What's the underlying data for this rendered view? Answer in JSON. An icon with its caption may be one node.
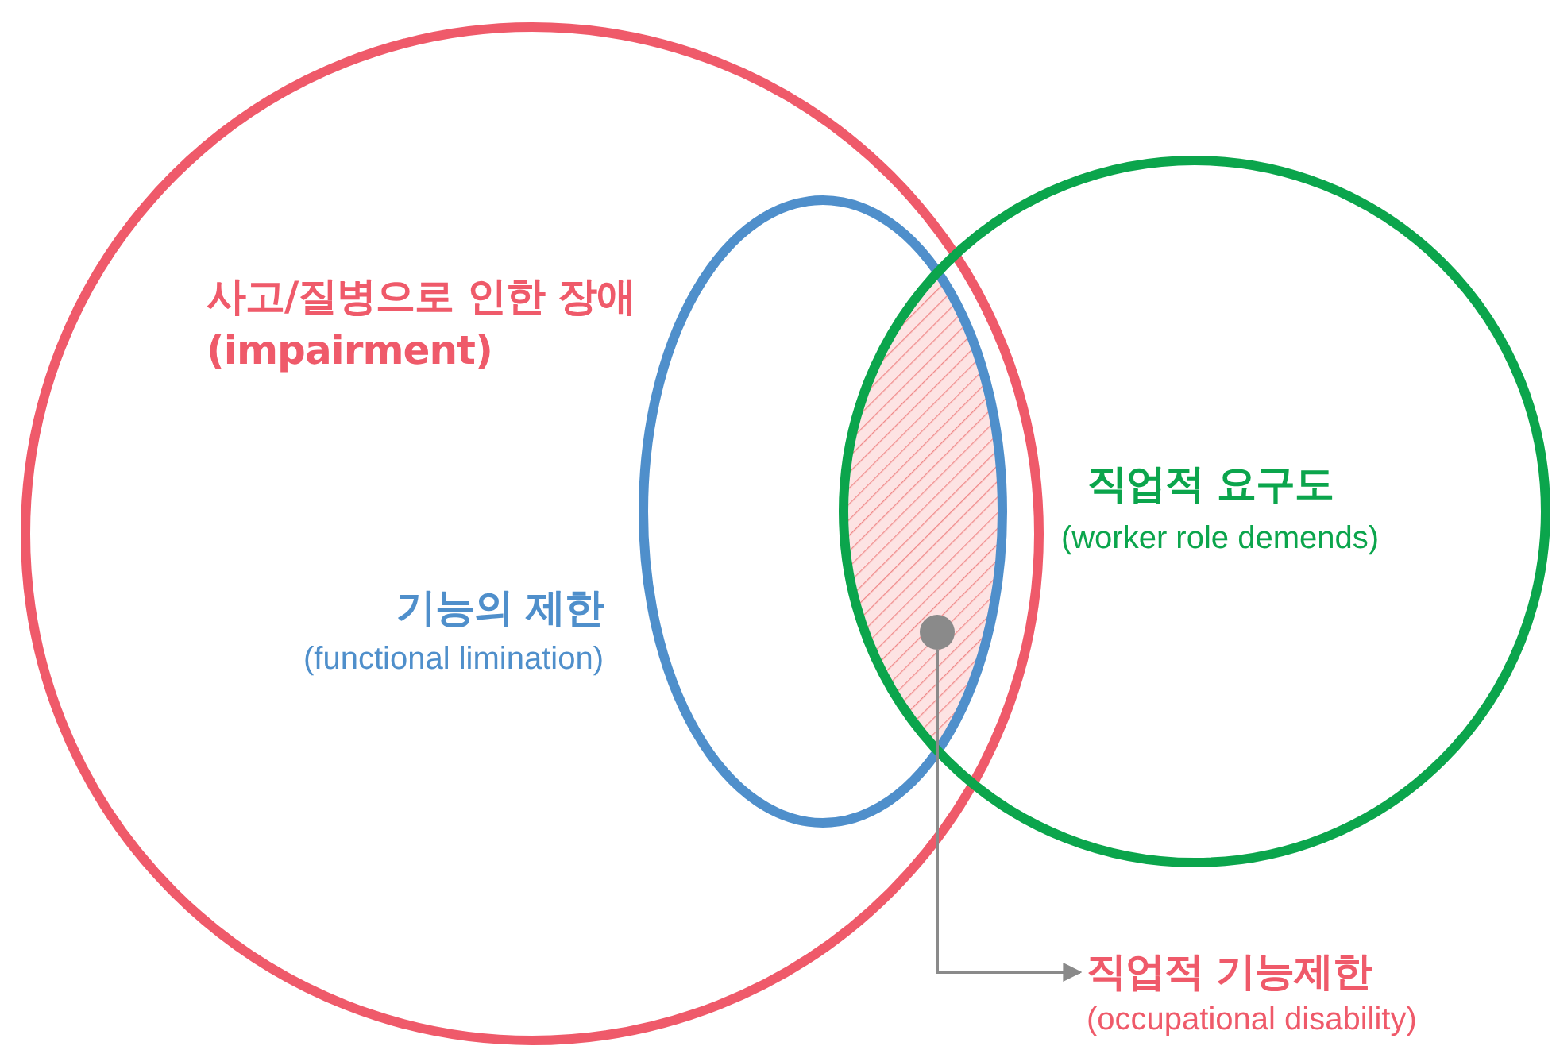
{
  "diagram": {
    "nodes": [
      {
        "text": [
          "사고/질병으로 인한 장애(impairment)"
        ]
      },
      {
        "text": [
          "기능의 제한",
          "(functional limination)"
        ],
        "in": 0
      },
      {
        "text": [
          "직업적 요구도",
          "(worker role demends)"
        ]
      },
      {
        "text": [],
        "shape": "circle"
      },
      {
        "text": [
          "직업적 기능제한",
          "(occupational disability)"
        ]
      }
    ],
    "edges": [
      {
        "from": 3,
        "to": 4,
        "arrow": "to"
      }
    ]
  }
}
